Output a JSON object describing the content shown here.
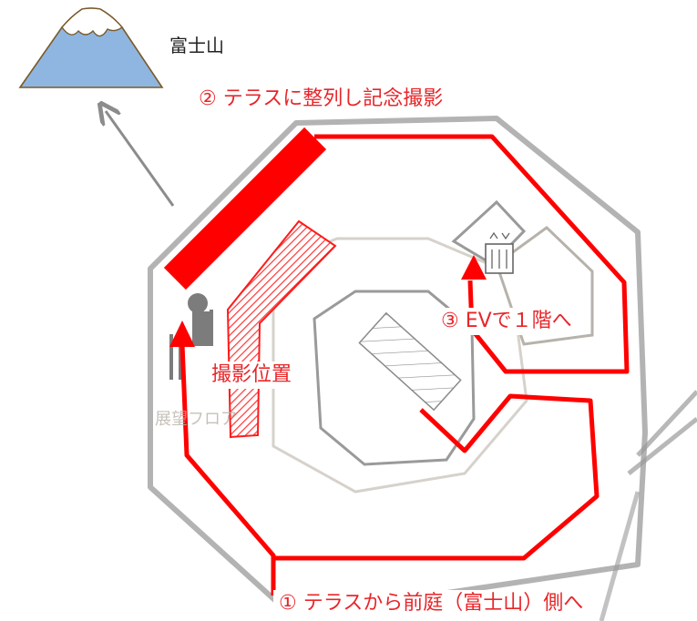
{
  "labels": {
    "mt_fuji": "富士山",
    "step2": "② テラスに整列し記念撮影",
    "step3": "③ EVで１階へ",
    "photo_spot": "撮影位置",
    "step1": "① テラスから前庭（富士山）側へ",
    "floor_faded": "展望フロア"
  },
  "colors": {
    "route": "#ff0000",
    "label_red": "#e8262a",
    "wall": "#8f8f8f",
    "faint_wall": "#d6d2cb",
    "fuji_sky": "#8fb6e0",
    "arrow_gray": "#8c8c8c"
  },
  "icons": {
    "mountain": "mt-fuji-icon",
    "elevator": "elevator-icon",
    "photographer": "photographer-icon"
  }
}
